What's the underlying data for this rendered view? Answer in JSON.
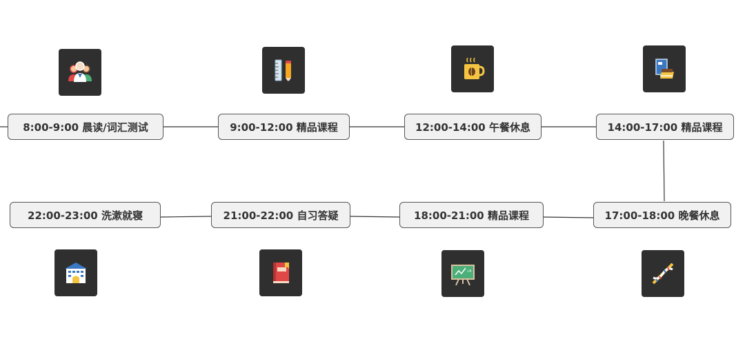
{
  "schedule": {
    "row1": [
      {
        "label": "8:00-9:00 晨读/词汇测试",
        "icon": "people-group-icon"
      },
      {
        "label": "9:00-12:00 精品课程",
        "icon": "ruler-pencil-icon"
      },
      {
        "label": "12:00-14:00 午餐休息",
        "icon": "coffee-cup-icon"
      },
      {
        "label": "14:00-17:00 精品课程",
        "icon": "books-icon"
      }
    ],
    "row2": [
      {
        "label": "22:00-23:00 洗漱就寝",
        "icon": "school-building-icon"
      },
      {
        "label": "21:00-22:00 自习答疑",
        "icon": "notebook-icon"
      },
      {
        "label": "18:00-21:00 精品课程",
        "icon": "presentation-board-icon"
      },
      {
        "label": "17:00-18:00 晚餐休息",
        "icon": "dna-icon"
      }
    ]
  },
  "colors": {
    "node_fill": "#f1f1f1",
    "node_border": "#555555",
    "icon_tile": "#2f2f2f",
    "line": "#333333"
  }
}
